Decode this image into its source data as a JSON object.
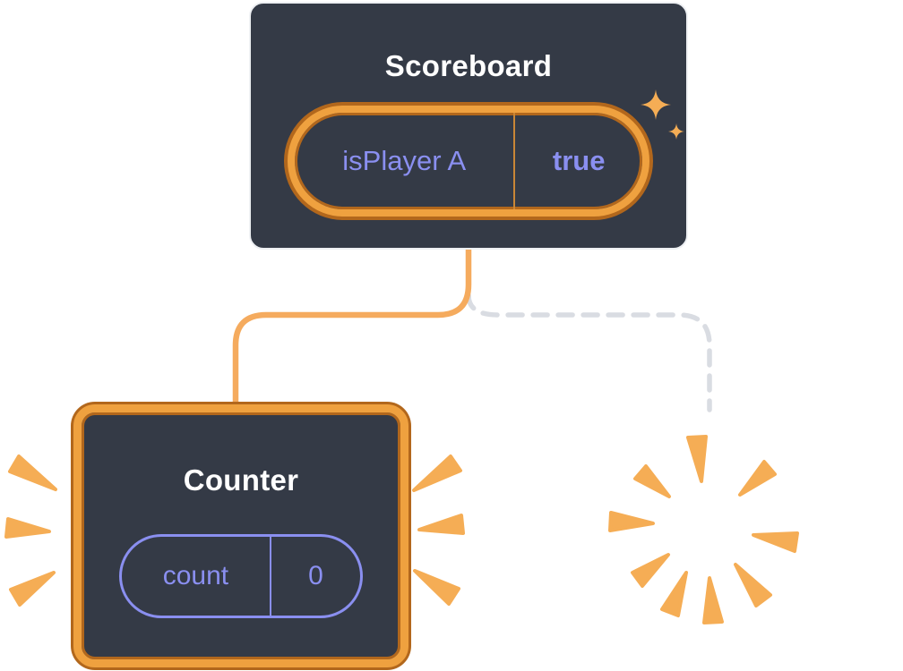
{
  "diagram": {
    "scoreboard_card": {
      "title": "Scoreboard",
      "state": {
        "key": "isPlayer A",
        "value": "true"
      }
    },
    "counter_card": {
      "title": "Counter",
      "state": {
        "key": "count",
        "value": "0"
      }
    }
  },
  "colors": {
    "canvas_bg": "#ffffff",
    "card_bg": "#343a46",
    "card_border_light": "#eef0f3",
    "accent_orange": "#efa13f",
    "accent_orange_dark": "#b2671c",
    "accent_orange_soft": "#f5ad55",
    "connector_orange": "#f5ab5e",
    "connector_dashed": "#d9dce2",
    "lavender": "#8a8ff0",
    "divider_orange": "#c98636",
    "text_white": "#ffffff"
  }
}
